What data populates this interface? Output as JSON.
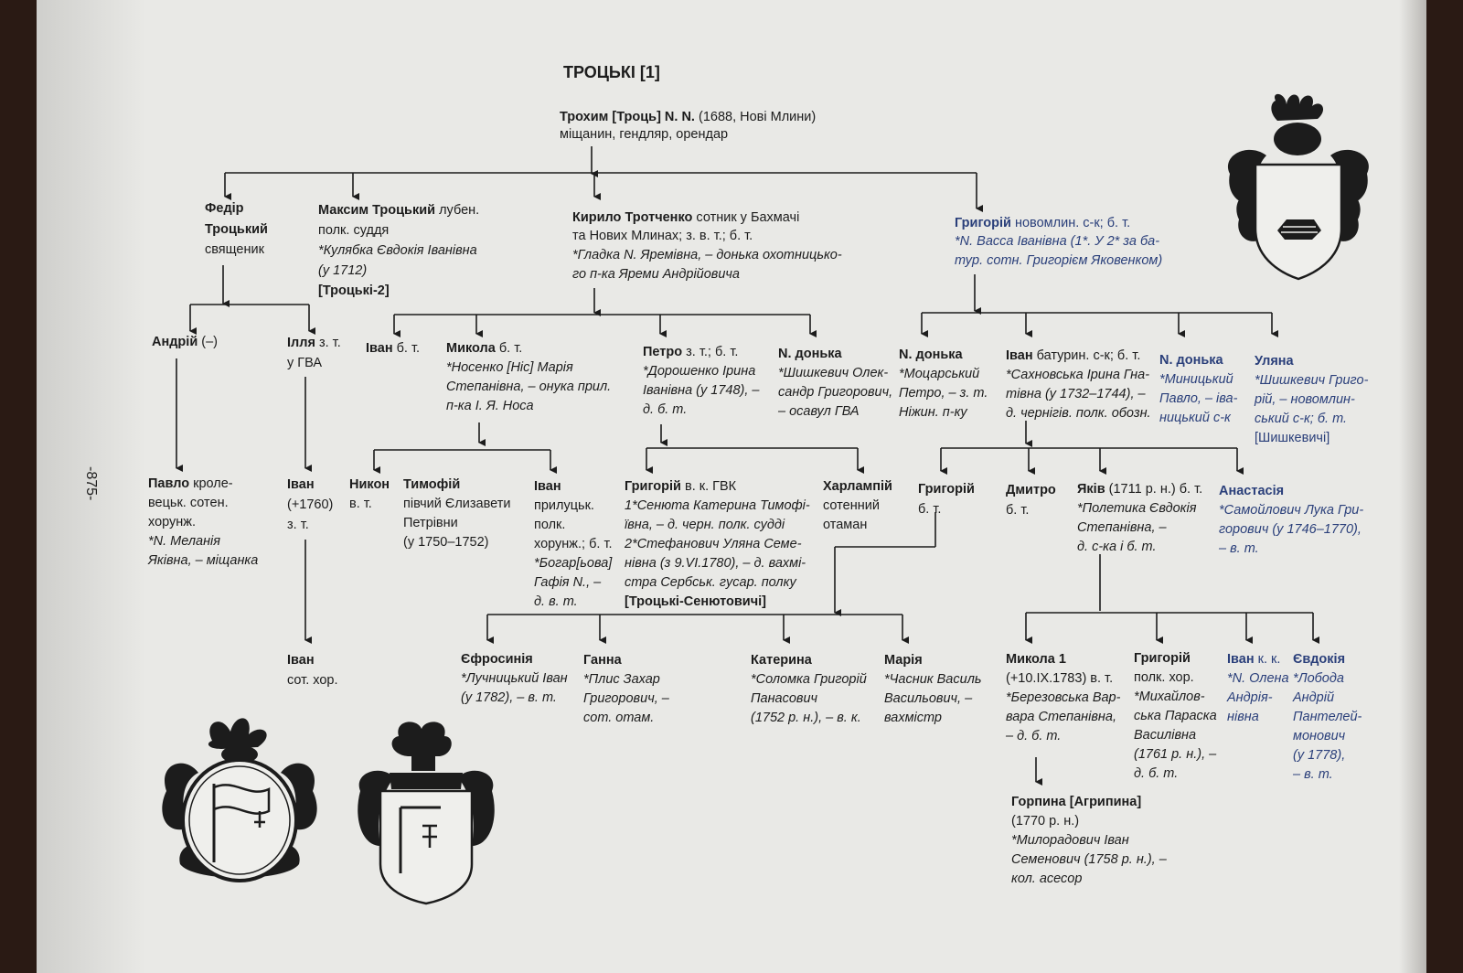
{
  "page": {
    "title": "ТРОЦЬКІ [1]",
    "page_number": "-875-"
  },
  "root": {
    "name": "Трохим [Троць] N. N.",
    "meta": "(1688, Нові Млини)",
    "role": "міщанин, гендляр, орендар"
  },
  "gen1": {
    "fedir": {
      "name1": "Федір",
      "name2": "Троцький",
      "role": "священик"
    },
    "maksym": {
      "name": "Максим Троцький",
      "l1": "лубен.",
      "l2": "полк. суддя",
      "l3": "*Кулябка Євдокія Іванівна",
      "l4": "(у 1712)",
      "l5": "[Троцькі-2]"
    },
    "kyrylo": {
      "name": "Кирило Тротченко",
      "l1": "сотник у Бахмачі",
      "l2": "та Нових Млинах; з. в. т.; б. т.",
      "l3": "*Гладка N. Яремівна, – донька охотницько-",
      "l4": "го п-ка Яреми Андрійовича"
    },
    "hryhorii": {
      "name": "Григорій",
      "l1": "новомлин. с-к; б. т.",
      "l2": "*N. Васса Іванівна (1*. У 2* за ба-",
      "l3": "тур. сотн. Григорієм Яковенком)"
    }
  },
  "gen2": {
    "andrii": {
      "name": "Андрій",
      "l1": "(–)"
    },
    "illia": {
      "name": "Ілля",
      "l1": "з. т.",
      "l2": "у ГВА"
    },
    "ivan_a": {
      "name": "Іван",
      "l1": "б. т."
    },
    "mykola": {
      "name": "Микола",
      "l1": "б. т.",
      "l2": "*Носенко [Ніс] Марія",
      "l3": "Степанівна, – онука прил.",
      "l4": "п-ка І. Я. Носа"
    },
    "petro": {
      "name": "Петро",
      "l1": "з. т.; б. т.",
      "l2": "*Дорошенко Ірина",
      "l3": "Іванівна (у 1748), –",
      "l4": "д. б. т."
    },
    "n_donka_a": {
      "name": "N. донька",
      "l1": "*Шишкевич Олек-",
      "l2": "сандр Григорович,",
      "l3": "– осавул ГВА"
    },
    "n_donka_b": {
      "name": "N. донька",
      "l1": "*Моцарський",
      "l2": "Петро, – з. т.",
      "l3": "Ніжин. п-ку"
    },
    "ivan_b": {
      "name": "Іван",
      "l1": "батурин. с-к; б. т.",
      "l2": "*Сахновська Ірина Гна-",
      "l3": "тівна (у 1732–1744), –",
      "l4": "д. чернігів. полк. обозн."
    },
    "n_donka_c": {
      "name": "N. донька",
      "l1": "*Миницький",
      "l2": "Павло, – іва-",
      "l3": "ницький с-к"
    },
    "uliana": {
      "name": "Уляна",
      "l1": "*Шишкевич Григо-",
      "l2": "рій, – новомлин-",
      "l3": "ський с-к; б. т.",
      "l4": "[Шишкевичі]"
    }
  },
  "gen3": {
    "pavlo": {
      "name": "Павло",
      "l0": "кроле-",
      "l1": "вецьк. сотен.",
      "l2": "хорунж.",
      "l3": "*N. Меланія",
      "l4": "Яківна, – міщанка"
    },
    "ivan_c": {
      "name": "Іван",
      "l1": "(+1760)",
      "l2": "з. т."
    },
    "nykon": {
      "name": "Никон",
      "l1": "в. т."
    },
    "tymofii": {
      "name": "Тимофій",
      "l1": "півчий Єлизавети",
      "l2": "Петрівни",
      "l3": "(у 1750–1752)"
    },
    "ivan_d": {
      "name": "Іван",
      "l1": "прилуцьк.",
      "l2": "полк.",
      "l3": "хорунж.; б. т.",
      "l4": "*Богар[ьова]",
      "l5": "Гафія N., –",
      "l6": "д. в. т."
    },
    "hryhorii_b": {
      "name": "Григорій",
      "l1": "в. к. ГВК",
      "l2": "1*Сенюта Катерина Тимофі-",
      "l3": "ївна, – д. черн. полк. судді",
      "l4": "2*Стефанович Уляна Семе-",
      "l5": "нівна (з 9.VI.1780), – д. вахмі-",
      "l6": "стра Сербськ. гусар. полку",
      "l7": "[Троцькі-Сенютовичі]"
    },
    "kharlampii": {
      "name": "Харлампій",
      "l1": "сотенний",
      "l2": "отаман"
    },
    "hryhorii_c": {
      "name": "Григорій",
      "l1": "б. т."
    },
    "dmytro": {
      "name": "Дмитро",
      "l1": "б. т."
    },
    "yakiv": {
      "name": "Яків",
      "l1": "(1711 р. н.) б. т.",
      "l2": "*Полетика Євдокія",
      "l3": "Степанівна, –",
      "l4": "д. с-ка і б. т."
    },
    "anastasiia": {
      "name": "Анастасія",
      "l1": "*Самойлович Лука Гри-",
      "l2": "горович (у 1746–1770),",
      "l3": "– в. т."
    }
  },
  "gen4": {
    "ivan_e": {
      "name": "Іван",
      "l1": "сот. хор."
    },
    "yefrosyniia": {
      "name": "Єфросинія",
      "l1": "*Лучницький Іван",
      "l2": "(у 1782), – в. т."
    },
    "hanna": {
      "name": "Ганна",
      "l1": "*Плис Захар",
      "l2": "Григорович, –",
      "l3": "сот. отам."
    },
    "kateryna": {
      "name": "Катерина",
      "l1": "*Соломка Григорій",
      "l2": "Панасович",
      "l3": "(1752 р. н.), – в. к."
    },
    "mariia": {
      "name": "Марія",
      "l1": "*Часник Василь",
      "l2": "Васильович, –",
      "l3": "вахмістр"
    },
    "mykola1": {
      "name": "Микола 1",
      "l1": "(+10.IX.1783) в. т.",
      "l2": "*Березовська Вар-",
      "l3": "вара Степанівна,",
      "l4": "– д. б. т."
    },
    "hryhorii_d": {
      "name": "Григорій",
      "l1": "полк. хор.",
      "l2": "*Михайлов-",
      "l3": "ська Параска",
      "l4": "Василівна",
      "l5": "(1761 р. н.), –",
      "l6": "д. б. т."
    },
    "ivan_f": {
      "name": "Іван",
      "l1": "к. к.",
      "l2": "*N. Олена",
      "l3": "Андрія-",
      "l4": "нівна"
    },
    "yevdokiia": {
      "name": "Євдокія",
      "l1": "*Лобода",
      "l2": "Андрій",
      "l3": "Пантелей-",
      "l4": "монович",
      "l5": "(у 1778),",
      "l6": "– в. т."
    },
    "horpyna": {
      "name": "Горпина [Агрипина]",
      "l1": "(1770 р. н.)",
      "l2": "*Милорадович Іван",
      "l3": "Семенович (1758 р. н.), –",
      "l4": "кол. асесор"
    }
  },
  "colors": {
    "text": "#1c1c1c",
    "blue_text": "#2a3f7a",
    "page": "#e9e9e6",
    "binding": "#2a1a14"
  },
  "icons": [
    "coat-of-arms-feathers-icon",
    "coat-of-arms-flag-icon",
    "coat-of-arms-letter-icon"
  ]
}
